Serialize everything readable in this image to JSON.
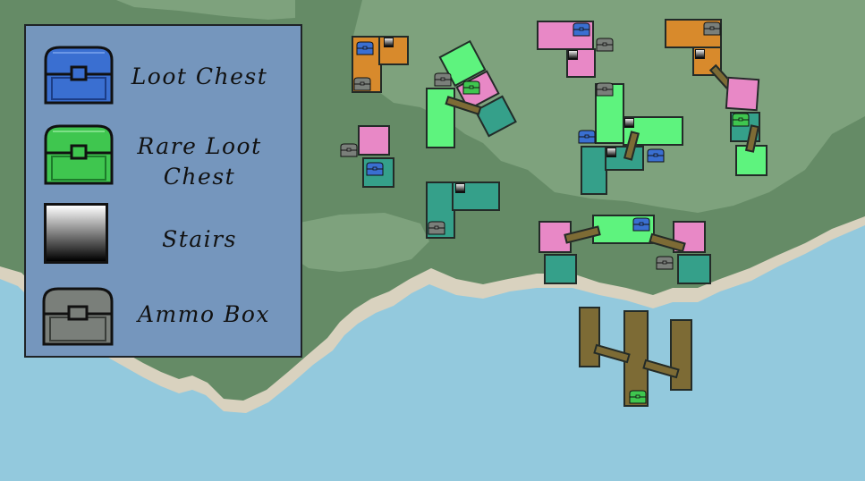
{
  "legend": {
    "items": [
      {
        "label": "Loot Chest",
        "icon": "loot-chest-icon",
        "color": "#3a6fd1"
      },
      {
        "label": "Rare Loot\nChest",
        "icon": "rare-loot-chest-icon",
        "color": "#3fc64f"
      },
      {
        "label": "Stairs",
        "icon": "stairs-icon"
      },
      {
        "label": "Ammo Box",
        "icon": "ammo-box-icon",
        "color": "#7a7f7a"
      }
    ]
  },
  "colors": {
    "water": "#93c9dd",
    "sand": "#d9d2bf",
    "grass": "#658b66",
    "grass_light": "#7ea27d",
    "legend_bg": "#7596bd",
    "building_pink": "#e888c6",
    "building_teal": "#35a08a",
    "building_green": "#5ef37e",
    "building_orange": "#d88a2c",
    "dock": "#7d6b35"
  }
}
